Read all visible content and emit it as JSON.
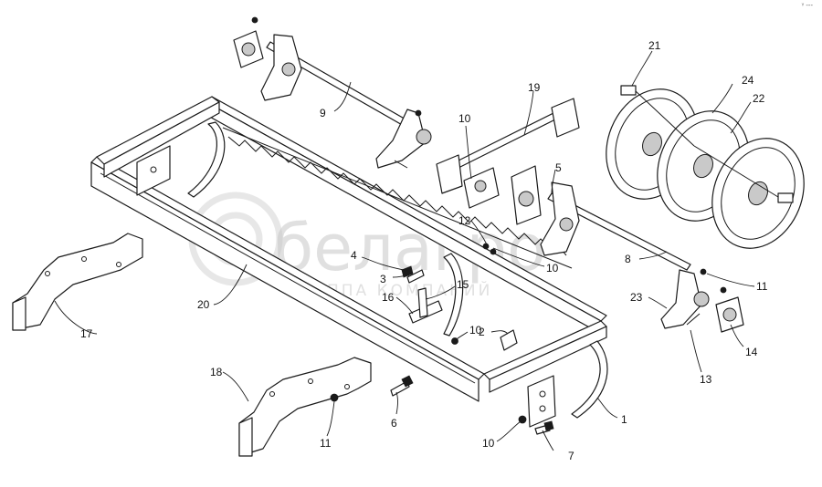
{
  "watermark": {
    "brand": "белагро",
    "subtitle": "ГРУППА КОМПАНИЙ",
    "color": "#c8c8c8"
  },
  "corner_mark": "ᵞ ---",
  "callouts": [
    {
      "id": "1",
      "text": "1"
    },
    {
      "id": "2",
      "text": "2"
    },
    {
      "id": "3",
      "text": "3"
    },
    {
      "id": "4",
      "text": "4"
    },
    {
      "id": "5",
      "text": "5"
    },
    {
      "id": "6",
      "text": "6"
    },
    {
      "id": "7",
      "text": "7"
    },
    {
      "id": "8",
      "text": "8"
    },
    {
      "id": "9",
      "text": "9"
    },
    {
      "id": "10a",
      "text": "10"
    },
    {
      "id": "10b",
      "text": "10"
    },
    {
      "id": "10c",
      "text": "10"
    },
    {
      "id": "10d",
      "text": "10"
    },
    {
      "id": "11a",
      "text": "11"
    },
    {
      "id": "11b",
      "text": "11"
    },
    {
      "id": "12",
      "text": "12"
    },
    {
      "id": "13",
      "text": "13"
    },
    {
      "id": "14",
      "text": "14"
    },
    {
      "id": "15",
      "text": "15"
    },
    {
      "id": "16",
      "text": "16"
    },
    {
      "id": "17",
      "text": "17"
    },
    {
      "id": "18",
      "text": "18"
    },
    {
      "id": "19",
      "text": "19"
    },
    {
      "id": "20",
      "text": "20"
    },
    {
      "id": "21",
      "text": "21"
    },
    {
      "id": "22",
      "text": "22"
    },
    {
      "id": "23",
      "text": "23"
    },
    {
      "id": "24",
      "text": "24"
    }
  ]
}
